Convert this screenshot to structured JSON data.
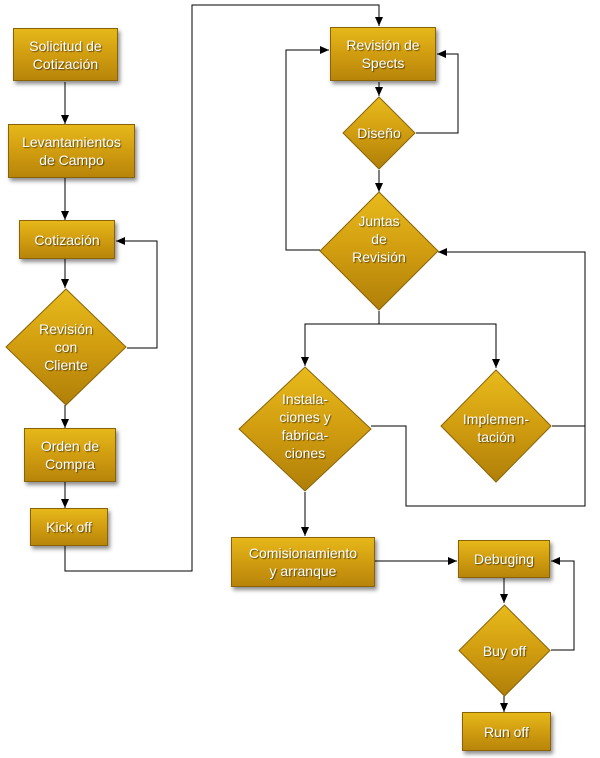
{
  "nodes": {
    "solicitud": "Solicitud de\nCotización",
    "levantamientos": "Levantamientos\nde Campo",
    "cotizacion": "Cotización",
    "revision_cliente": "Revisión\ncon\nCliente",
    "orden_compra": "Orden de\nCompra",
    "kick_off": "Kick off",
    "revision_specs": "Revisión de\nSpects",
    "diseno": "Diseño",
    "juntas_revision": "Juntas\nde\nRevisión",
    "instalaciones": "Instala-\nciones y\nfabrica-\nciones",
    "implementacion": "Implemen-\ntación",
    "comisionamiento": "Comisionamiento\ny arranque",
    "debuging": "Debuging",
    "buy_off": "Buy off",
    "run_off": "Run off"
  },
  "colors": {
    "node_fill": "#d4a012",
    "node_border": "#8a6306",
    "label_text": "#ffffff",
    "connector": "#000000"
  }
}
